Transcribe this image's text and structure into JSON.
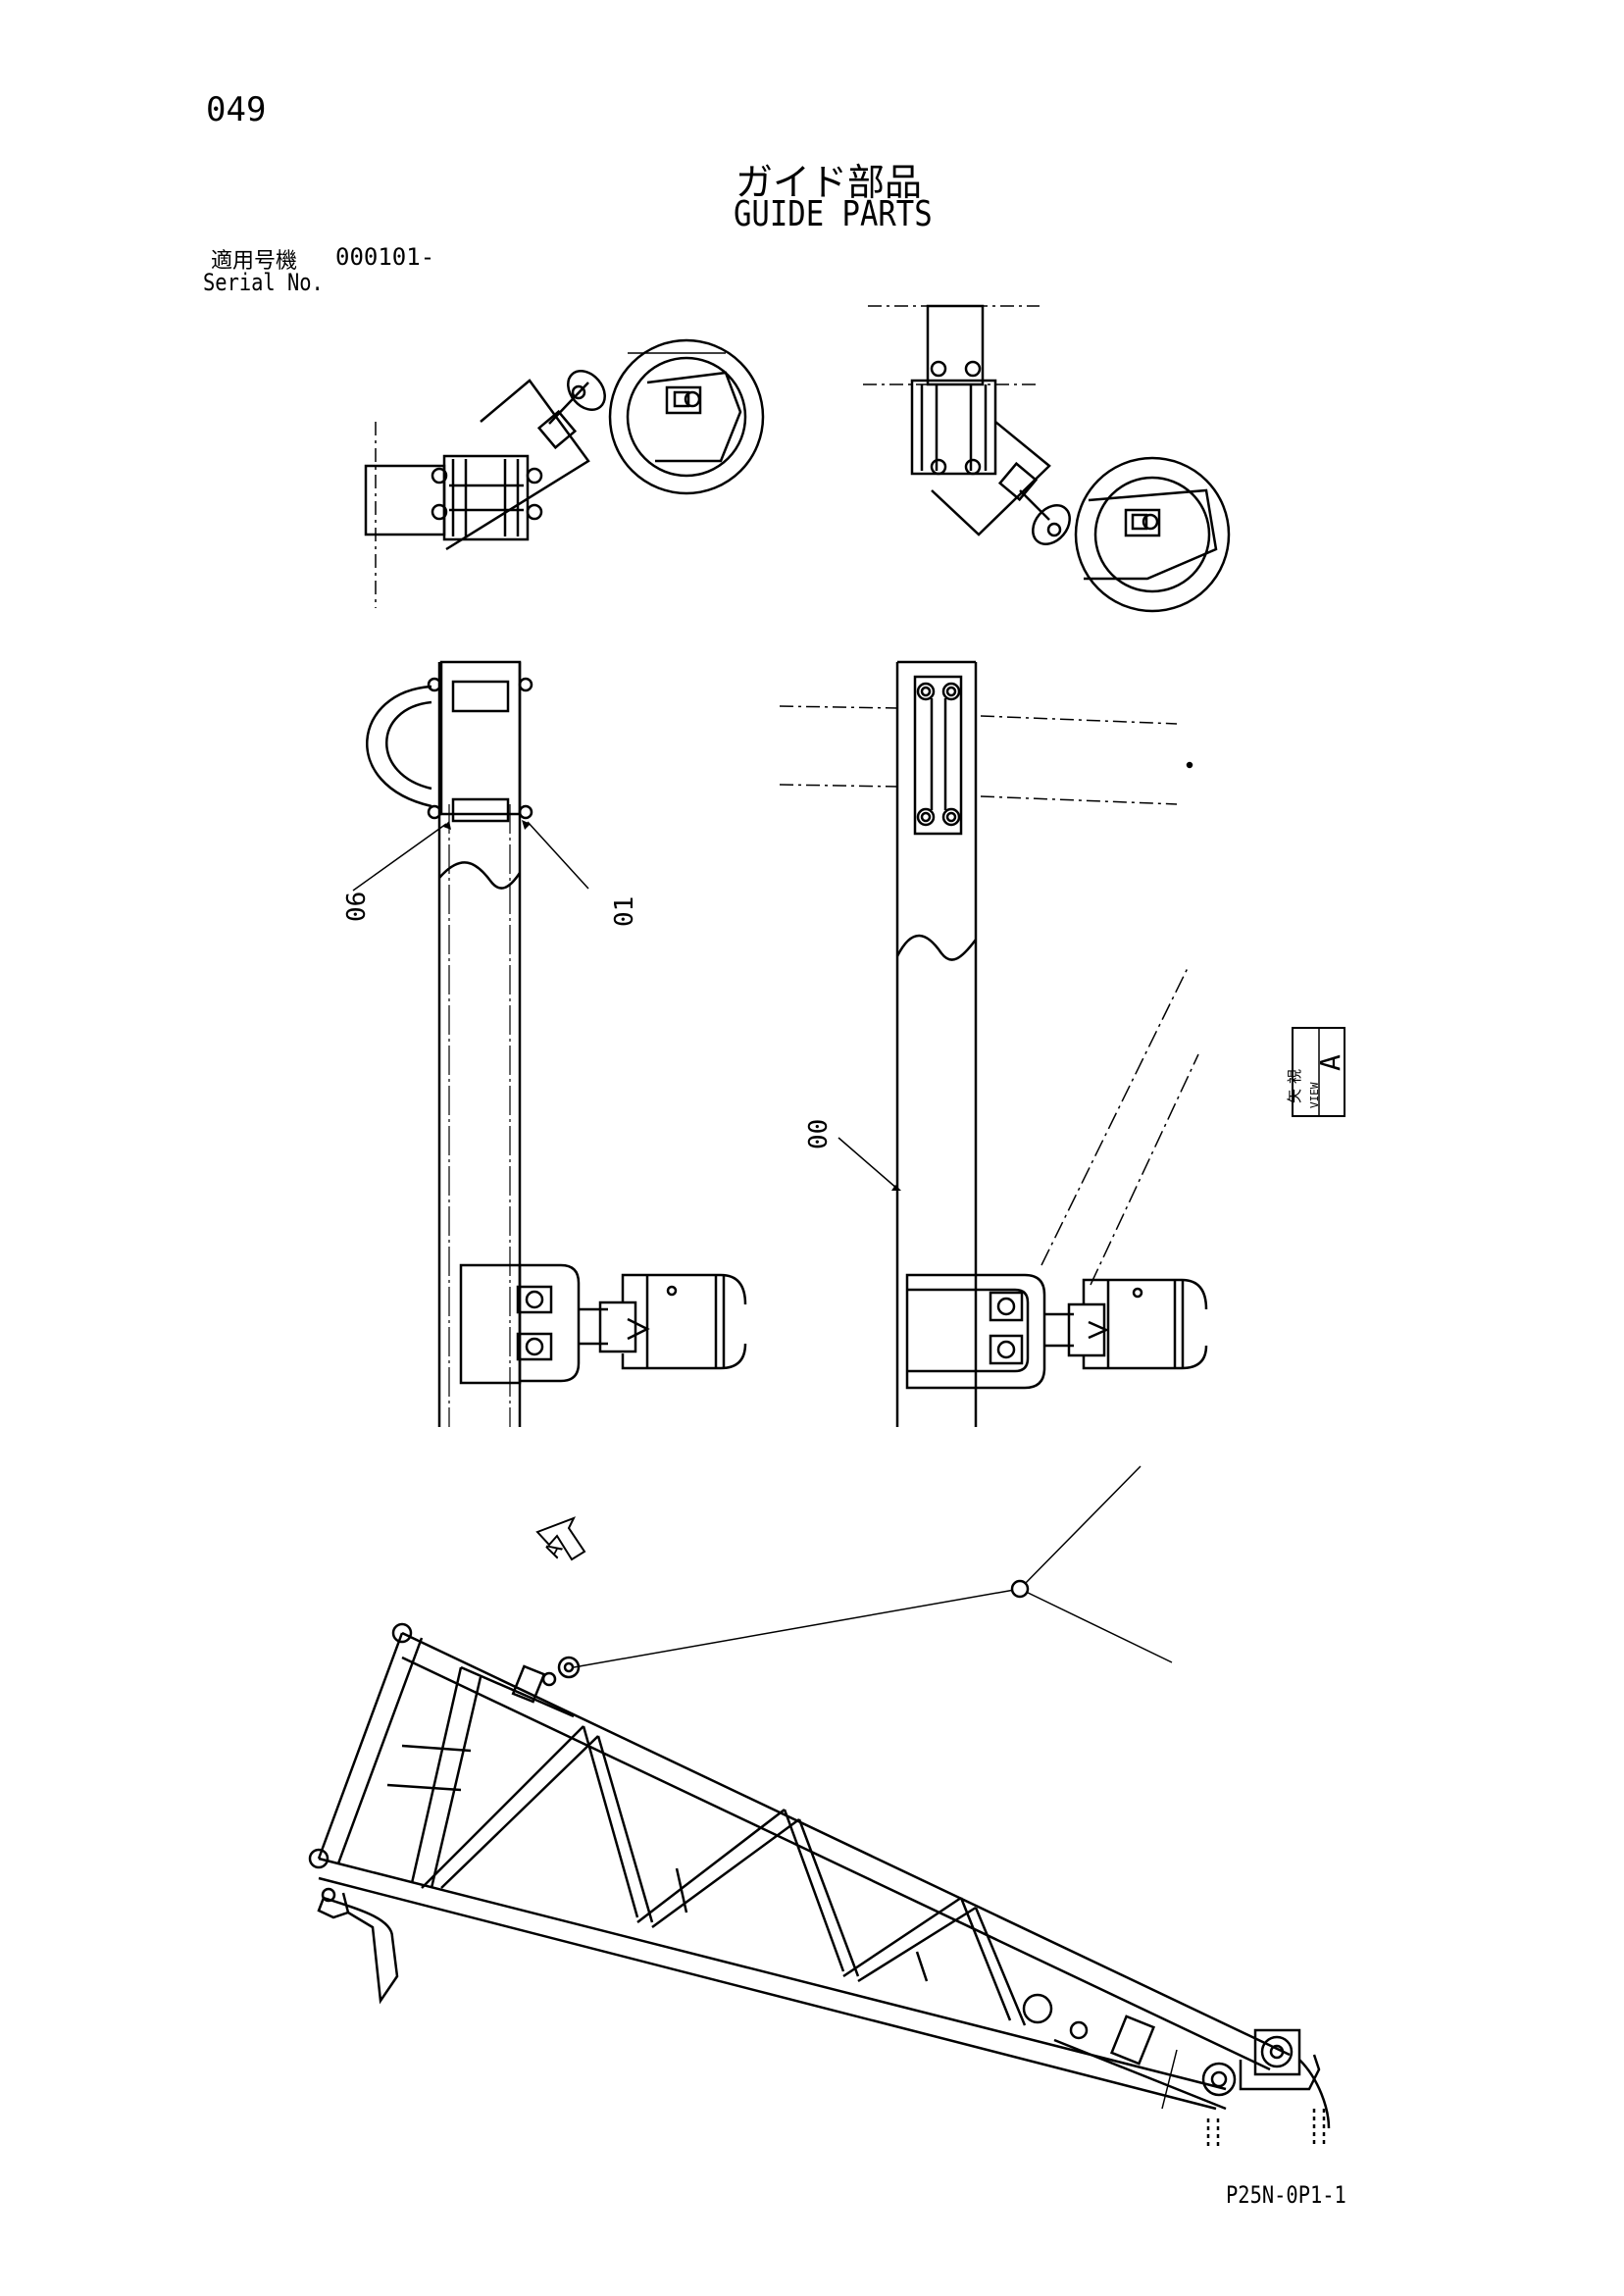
{
  "header": {
    "page_number": "049",
    "title_ja": "ガイド部品",
    "title_en": "GUIDE PARTS",
    "serial_label_ja": "適用号機",
    "serial_value": "000101-",
    "serial_label_en": "Serial No."
  },
  "callouts": {
    "part_06": "06",
    "part_01": "01",
    "part_00": "00"
  },
  "view_marker": {
    "ja_top": "矢",
    "ja_bottom": "視",
    "en": "VIEW",
    "letter": "A"
  },
  "arrow_marker_letter": "A",
  "footer": {
    "doc_code": "P25N-0P1-1"
  },
  "colors": {
    "line": "#000000",
    "background": "#ffffff"
  }
}
